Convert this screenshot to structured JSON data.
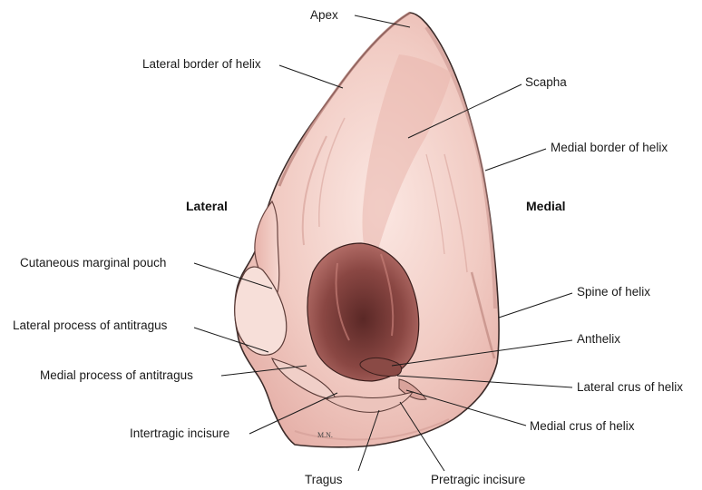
{
  "side_labels": {
    "lateral": "Lateral",
    "medial": "Medial"
  },
  "labels": {
    "apex": "Apex",
    "lateral_border_of_helix": "Lateral border of helix",
    "scapha": "Scapha",
    "medial_border_of_helix": "Medial border of helix",
    "cutaneous_marginal_pouch": "Cutaneous marginal pouch",
    "spine_of_helix": "Spine of helix",
    "lateral_process_of_antitragus": "Lateral process of antitragus",
    "anthelix": "Anthelix",
    "medial_process_of_antitragus": "Medial process of antitragus",
    "lateral_crus_of_helix": "Lateral crus of helix",
    "intertragic_incisure": "Intertragic incisure",
    "medial_crus_of_helix": "Medial crus of helix",
    "tragus": "Tragus",
    "pretragic_incisure": "Pretragic incisure"
  },
  "signature": "M.N.",
  "colors": {
    "skin_light": "#f6dcd6",
    "skin_mid": "#eab9b0",
    "skin_shadow": "#c98a84",
    "canal_dark": "#7a3b38",
    "canal_deep": "#4e2220",
    "outline": "#3a2a28"
  }
}
